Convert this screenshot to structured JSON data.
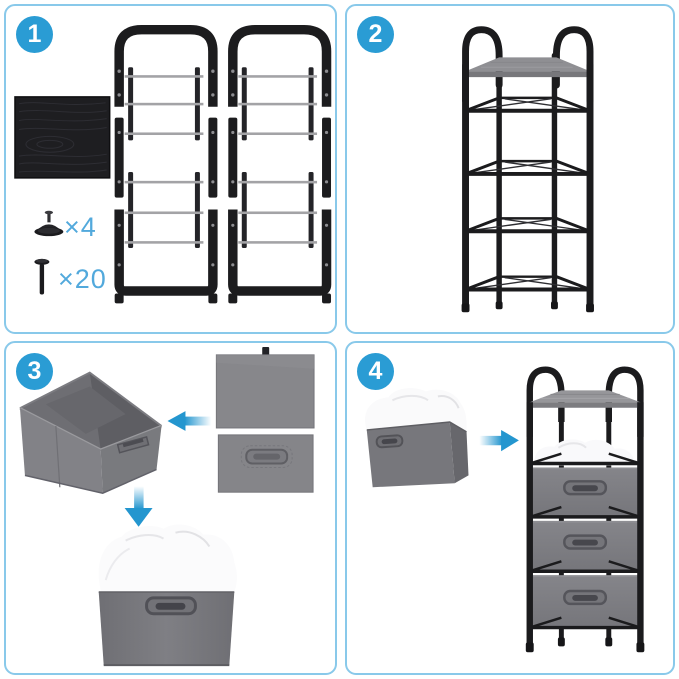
{
  "colors": {
    "background": "#ffffff",
    "panel_border": "#89c9ea",
    "step_badge": "#2a9cd4",
    "count_label": "#52a9dc",
    "arrow": "#2496cf",
    "fabric_gray": "#828287",
    "frame_metal": "#1c1c1e",
    "crossbar_silver": "#a3a3a6",
    "stuffing_white": "#fbfbfc"
  },
  "steps": [
    {
      "number": "1",
      "items": [
        "frame-side-panel-left",
        "frame-side-panel-right",
        "wood-top-board",
        "caster-foot",
        "screw-pin"
      ],
      "counts": {
        "casters": "×4",
        "screws": "×20"
      }
    },
    {
      "number": "2",
      "items": [
        "assembled-frame-rack"
      ]
    },
    {
      "number": "3",
      "items": [
        "open-fabric-bin",
        "left-arrow",
        "fabric-back-panel",
        "fabric-handle-panel",
        "down-arrow",
        "stuffed-fabric-drawer"
      ]
    },
    {
      "number": "4",
      "items": [
        "stuffed-fabric-drawer",
        "right-arrow",
        "assembled-storage-tower"
      ]
    }
  ]
}
